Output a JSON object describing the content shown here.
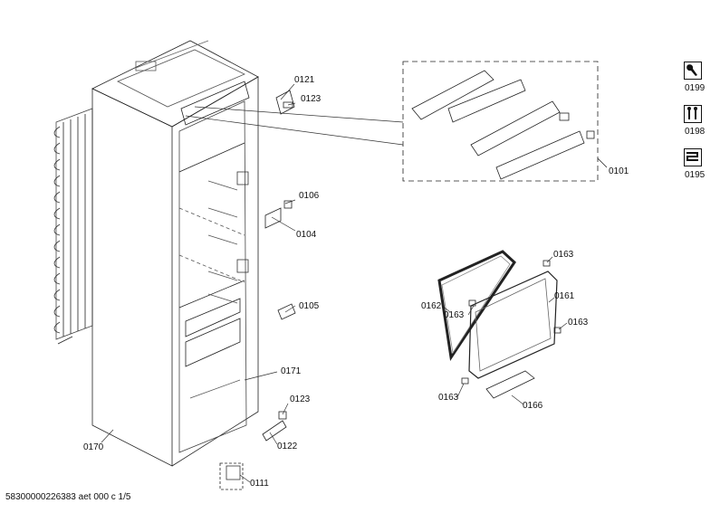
{
  "footer": "58300000226383 aet 000 c 1/5",
  "parts": {
    "p0101": "0101",
    "p0104": "0104",
    "p0105": "0105",
    "p0106": "0106",
    "p0111": "0111",
    "p0121": "0121",
    "p0122": "0122",
    "p0123a": "0123",
    "p0123b": "0123",
    "p0161": "0161",
    "p0162": "0162",
    "p0163a": "0163",
    "p0163b": "0163",
    "p0163c": "0163",
    "p0163d": "0163",
    "p0166": "0166",
    "p0170": "0170",
    "p0171": "0171"
  },
  "icons": [
    {
      "label": "0199",
      "icon": "wrench-icon"
    },
    {
      "label": "0198",
      "icon": "tools-icon"
    },
    {
      "label": "0195",
      "icon": "coil-icon"
    }
  ]
}
